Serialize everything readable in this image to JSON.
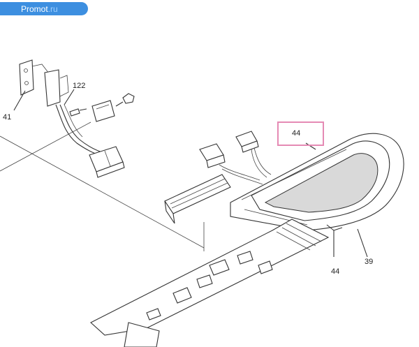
{
  "watermark": {
    "site": "Promot",
    "tld": ".ru"
  },
  "callouts": [
    {
      "id": "41",
      "text": "41"
    },
    {
      "id": "122",
      "text": "122"
    },
    {
      "id": "44a",
      "text": "44"
    },
    {
      "id": "44b",
      "text": "44"
    },
    {
      "id": "39",
      "text": "39"
    }
  ],
  "highlight_color": "#e58ab4",
  "badge_color": "#3d8fe0"
}
